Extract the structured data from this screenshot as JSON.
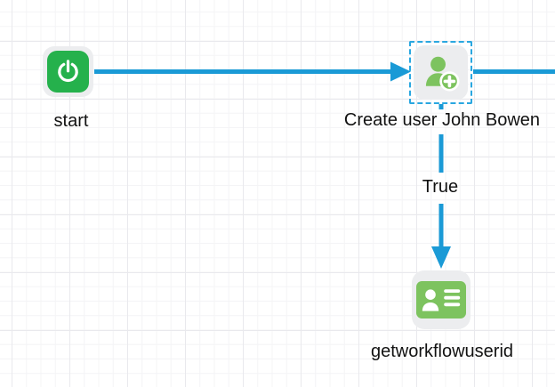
{
  "app": {
    "name": "workflow-canvas"
  },
  "colors": {
    "connector": "#1a9ad6",
    "selection": "#2aa7e0",
    "node_bg": "#ecedef",
    "start_green": "#25b14c",
    "user_green": "#7dc35f",
    "grid_minor": "#f4f4f6",
    "grid_major": "#e9e9ed",
    "canvas_bg": "#ffffff",
    "label_text": "#111111"
  },
  "nodes": [
    {
      "id": "start",
      "label": "start",
      "icon": "power-icon",
      "selected": false
    },
    {
      "id": "create_user",
      "label": "Create user John Bowen",
      "icon": "user-add-icon",
      "selected": true
    },
    {
      "id": "getworkflowuserid",
      "label": "getworkflowuserid",
      "icon": "id-card-icon",
      "selected": false
    }
  ],
  "connectors": [
    {
      "from": "start",
      "to": "create_user",
      "label": ""
    },
    {
      "from": "create_user",
      "to": "offscreen-right",
      "label": ""
    },
    {
      "from": "create_user",
      "to": "getworkflowuserid",
      "label": "True"
    }
  ]
}
